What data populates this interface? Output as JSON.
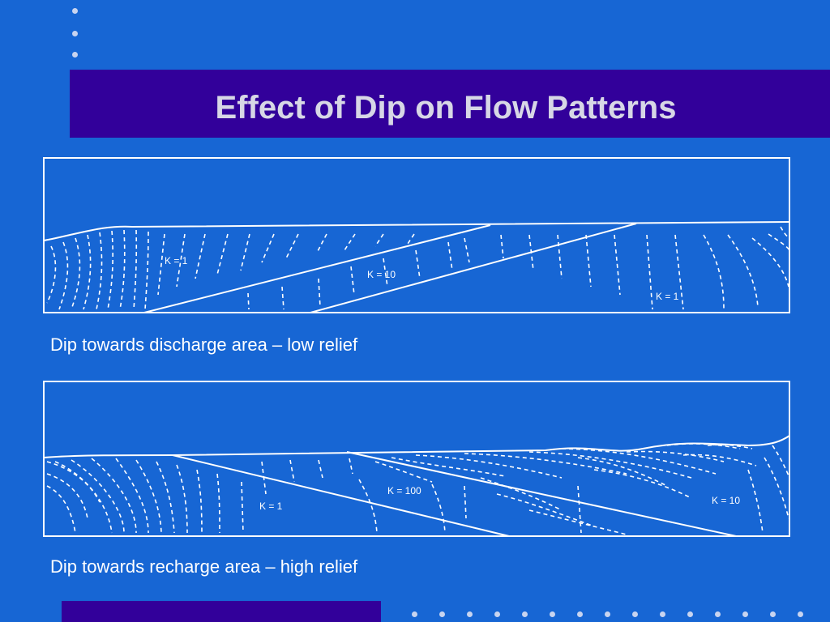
{
  "title": "Effect of Dip on Flow Patterns",
  "colors": {
    "background": "#1766d4",
    "bar": "#32009a",
    "line": "#ffffff"
  },
  "diagrams": [
    {
      "labels": [
        "K = 1",
        "K = 10",
        "K = 1"
      ],
      "caption": "Dip towards discharge area – low relief"
    },
    {
      "labels": [
        "K = 1",
        "K = 100",
        "K = 10"
      ],
      "caption": "Dip towards recharge area – high relief"
    }
  ]
}
